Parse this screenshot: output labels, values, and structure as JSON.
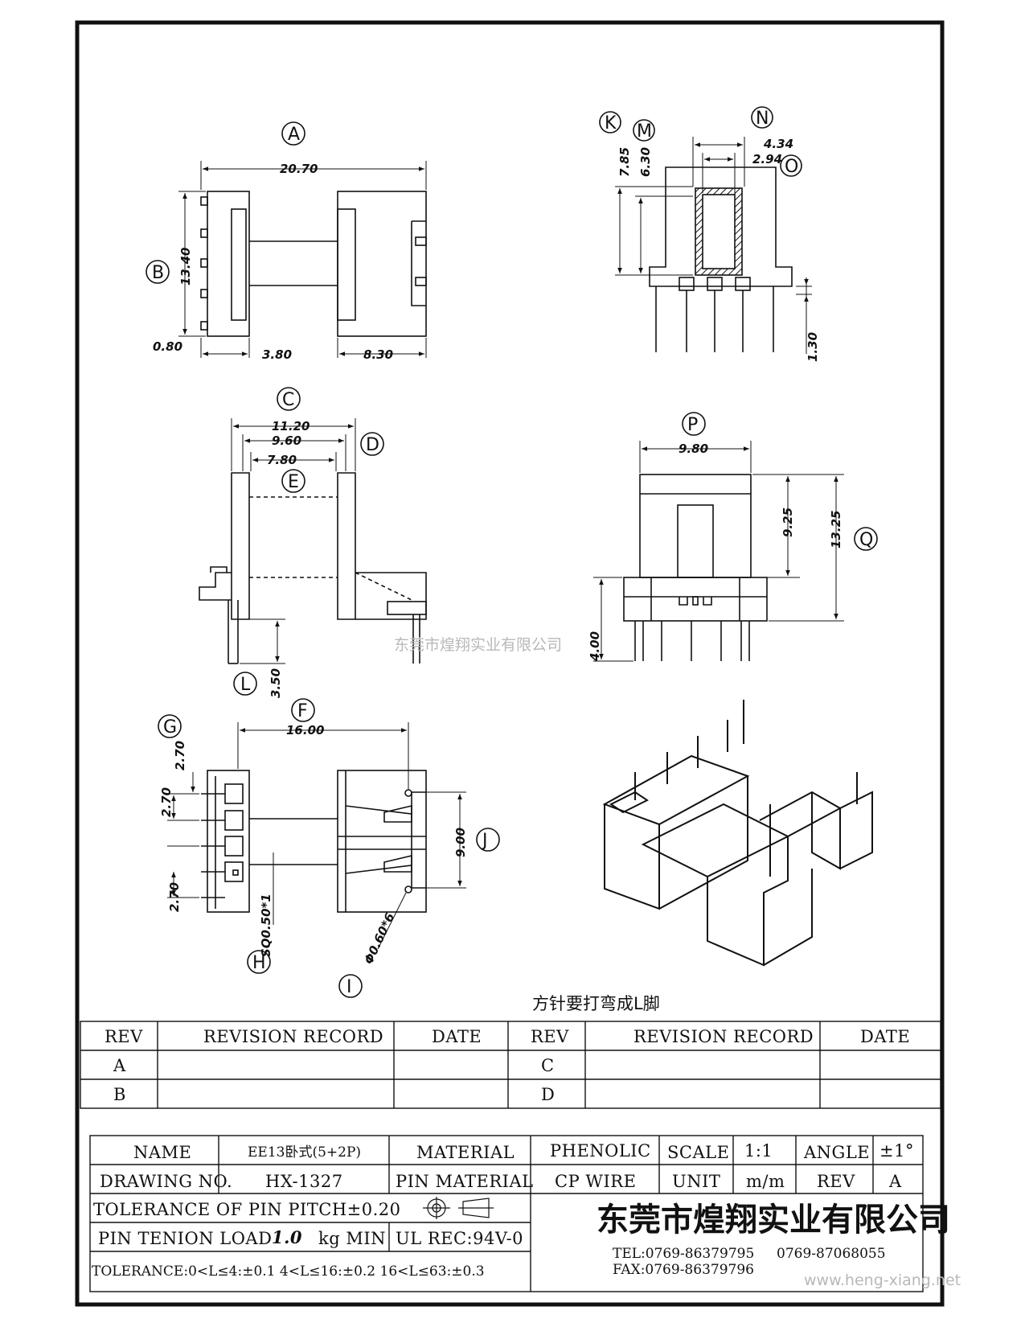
{
  "labels": {
    "A": "A",
    "B": "B",
    "C": "C",
    "D": "D",
    "E": "E",
    "F": "F",
    "G": "G",
    "H": "H",
    "I": "I",
    "J": "J",
    "K": "K",
    "L": "L",
    "M": "M",
    "N": "N",
    "O": "O",
    "P": "P",
    "Q": "Q"
  },
  "dims": {
    "a": "20.70",
    "b": "13.40",
    "c1": "0.80",
    "c2": "3.80",
    "c3": "8.30",
    "k": "7.85",
    "m": "6.30",
    "n": "4.34",
    "o": "2.94",
    "p130": "1.30",
    "c": "11.20",
    "d": "9.60",
    "e": "7.80",
    "l": "3.50",
    "p": "9.80",
    "p925": "9.25",
    "q": "13.25",
    "p400": "4.00",
    "f": "16.00",
    "g1": "2.70",
    "g2": "2.70",
    "g3": "2.70",
    "j": "9.00",
    "h": "SQ0.50*1",
    "i": "Φ0.60*6"
  },
  "note": "方针要打弯成L脚",
  "watermark_center": "东莞市煌翔实业有限公司",
  "watermark_url": "www.heng-xiang.net",
  "revision_table": {
    "h_rev": "REV",
    "h_record": "REVISION RECORD",
    "h_date": "DATE",
    "h_rev2": "REV",
    "h_record2": "REVISION RECORD",
    "h_date2": "DATE",
    "r1": "A",
    "r2": "B",
    "r3": "C",
    "r4": "D"
  },
  "title_block": {
    "name_label": "NAME",
    "name_value": "EE13卧式(5+2P)",
    "material_label": "MATERIAL",
    "material_value": "PHENOLIC",
    "scale_label": "SCALE",
    "scale_value": "1:1",
    "angle_label": "ANGLE",
    "angle_value": "±1°",
    "drawing_label": "DRAWING NO.",
    "drawing_value": "HX-1327",
    "pin_material_label": "PIN MATERIAL",
    "pin_material_value": "CP WIRE",
    "unit_label": "UNIT",
    "unit_value": "m/m",
    "rev_label": "REV",
    "rev_value": "A",
    "tol_pitch": "TOLERANCE OF PIN PITCH±0.20",
    "pin_load_label": "PIN TENION LOAD",
    "pin_load_value": "1.0",
    "pin_load_unit": "kg MIN",
    "ul": "UL REC:94V-0",
    "tolerance": "TOLERANCE:0<L≤4:±0.1  4<L≤16:±0.2  16<L≤63:±0.3",
    "company": "东莞市煌翔实业有限公司",
    "tel": "TEL:0769-86379795",
    "tel2": "0769-87068055",
    "fax": "FAX:0769-86379796"
  },
  "icons": [
    "projection-symbol-icon"
  ]
}
